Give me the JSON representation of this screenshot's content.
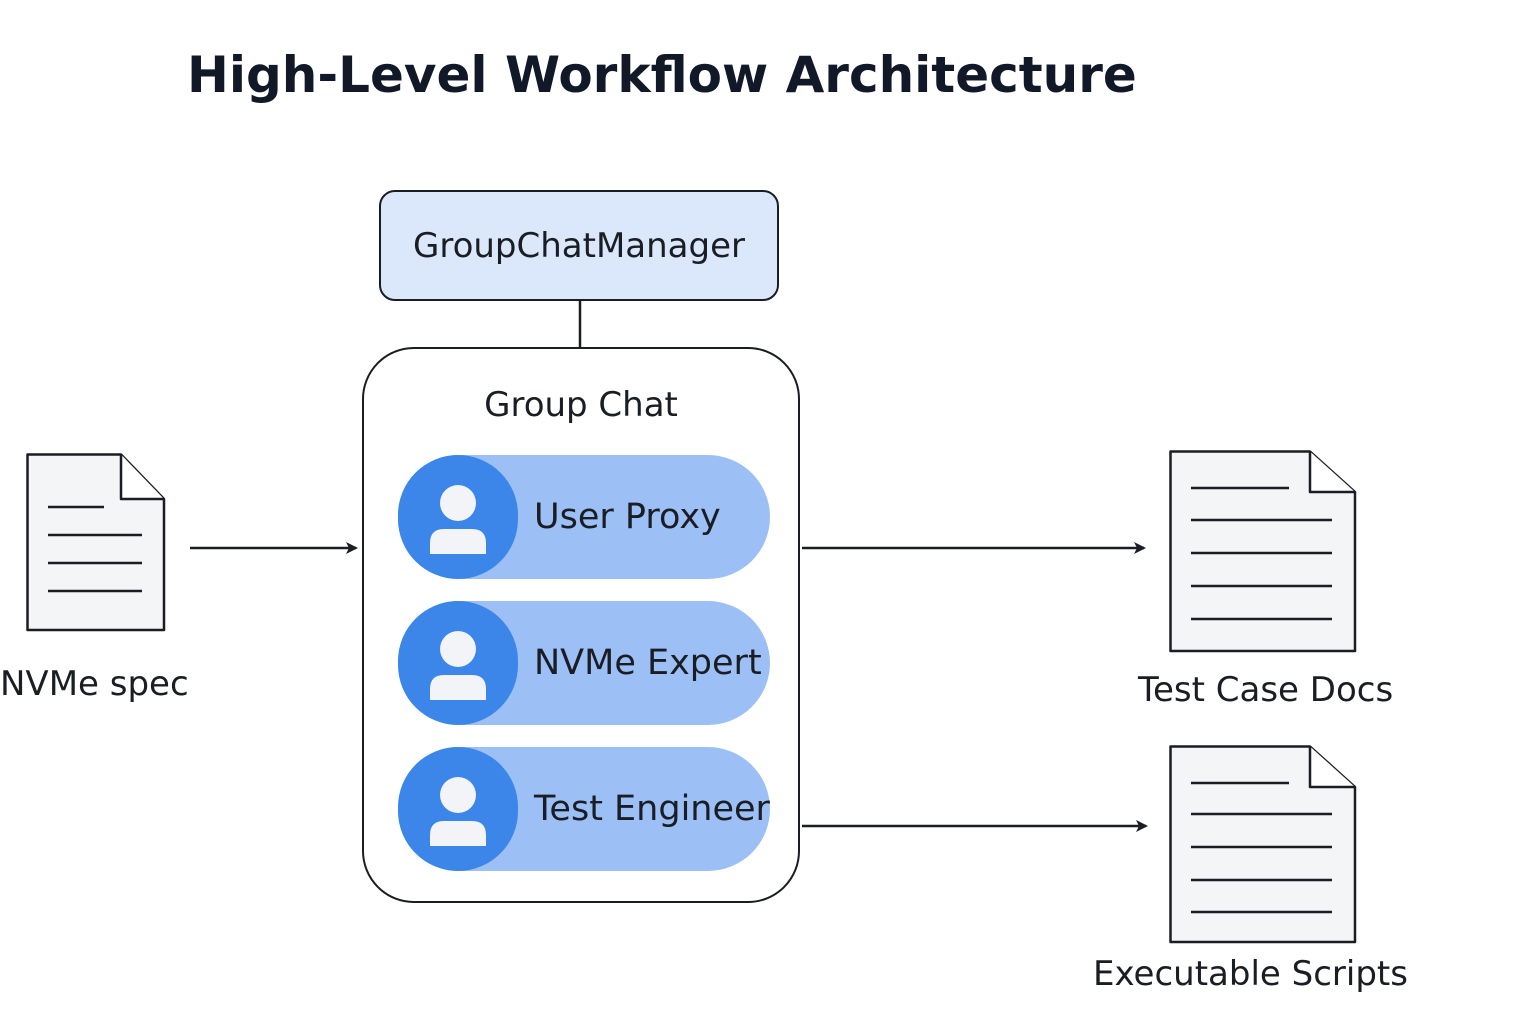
{
  "title": "High-Level Workflow Architecture",
  "manager": {
    "label": "GroupChatManager",
    "fill": "#dbe8fb"
  },
  "group_chat": {
    "label": "Group Chat",
    "agents": [
      {
        "label": "User Proxy",
        "icon": "user-icon"
      },
      {
        "label": "NVMe Expert",
        "icon": "user-icon"
      },
      {
        "label": "Test Engineer",
        "icon": "user-icon"
      }
    ],
    "pill_color": "#9cc0f6",
    "avatar_color": "#3b86e8"
  },
  "input": {
    "label": "NVMe spec",
    "icon": "document-icon"
  },
  "outputs": [
    {
      "label": "Test Case Docs",
      "icon": "document-icon"
    },
    {
      "label": "Executable Scripts",
      "icon": "document-icon"
    }
  ]
}
